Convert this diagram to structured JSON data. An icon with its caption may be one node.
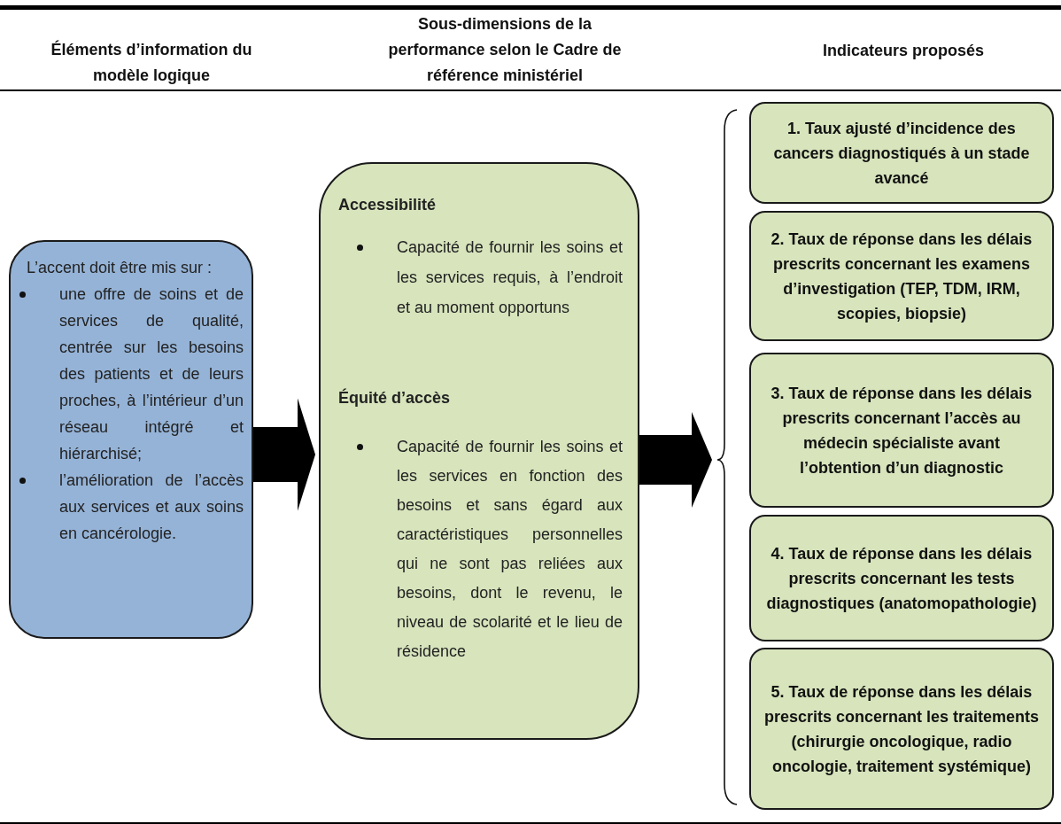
{
  "diagram": {
    "nodes": [
      {
        "text": [
          "L’accent doit être mis sur :",
          "une offre de soins et de services de qualité, centrée sur les besoins des patients et de leurs proches, à l’intérieur d’un réseau intégré et hiérarchisé;",
          "l’amélioration de l’accès aux services et aux soins en cancérologie."
        ]
      },
      {
        "text": [
          "Accessibilité",
          "Capacité de fournir les soins et les services requis, à l’endroit et au moment opportuns",
          "Équité d’accès",
          "Capacité de fournir les soins et les services en fonction des besoins et sans égard aux caractéristiques personnelles qui ne sont pas reliées aux besoins, dont le revenu, le niveau de scolarité et le lieu de résidence"
        ]
      },
      {
        "text": [
          "1. Taux ajusté d’incidence des cancers diagnostiqués à un stade avancé"
        ]
      },
      {
        "text": [
          "2. Taux de réponse dans les délais prescrits concernant les examens d’investigation (TEP, TDM, IRM, scopies, biopsie)"
        ]
      },
      {
        "text": [
          "3. Taux de réponse dans les délais prescrits concernant l’accès au médecin spécialiste avant l’obtention d’un diagnostic"
        ]
      },
      {
        "text": [
          "4. Taux de réponse dans les délais prescrits concernant les tests diagnostiques (anatomopathologie)"
        ]
      },
      {
        "text": [
          "5. Taux de réponse dans les délais prescrits concernant les traitements (chirurgie oncologique, radio oncologie, traitement systémique)"
        ]
      },
      {
        "text": [],
        "shape": "brace"
      }
    ],
    "edges": [
      {
        "from": 0,
        "to": 1,
        "arrow": "to"
      },
      {
        "from": 1,
        "to": 7,
        "arrow": "to"
      }
    ],
    "labels": [
      "Éléments d’information du modèle logique",
      "Sous-dimensions de la performance selon le Cadre de référence ministériel",
      "Indicateurs proposés"
    ]
  }
}
